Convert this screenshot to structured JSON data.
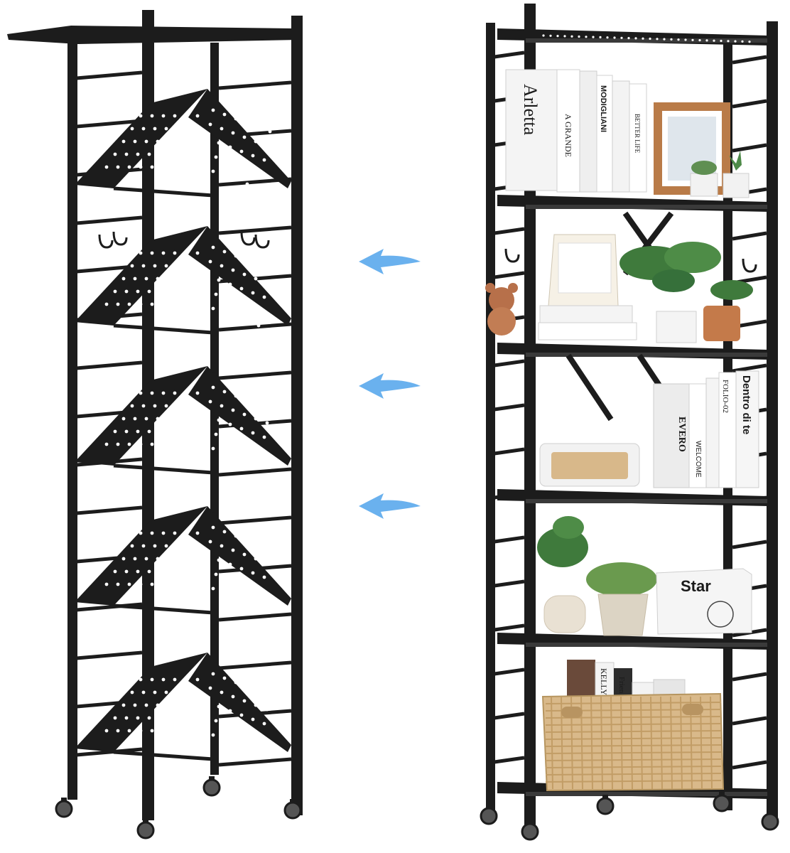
{
  "image": {
    "subject": "folding-shelf-product-photo",
    "colors": {
      "background": "#ffffff",
      "frame": "#1c1c1c",
      "frame_highlight": "#3a3a3a",
      "shelf_hole": "#ffffff",
      "arrow": "#5aa9ec",
      "basket": "#d9b98a",
      "pot_terracotta": "#c47a4a",
      "leaf": "#3f7a3c",
      "wood_frame": "#b97b48"
    },
    "left_shelf_state": "folded",
    "right_shelf_state": "unfolded",
    "arrow_direction": "left",
    "arrow_count": 3,
    "right_shelf_tier_count": 6
  },
  "printed_text": {
    "book_spines_top": [
      "Arletta",
      "A GRANDE",
      "MODIGLIANI",
      "BETTER LIFE"
    ],
    "book_spines_middle": [
      "EVERO",
      "WELCOME",
      "FOLIO-02",
      "Dentro di te"
    ],
    "box_label": "Star",
    "book_spines_bottom": [
      "KELLY",
      "Frien"
    ]
  }
}
